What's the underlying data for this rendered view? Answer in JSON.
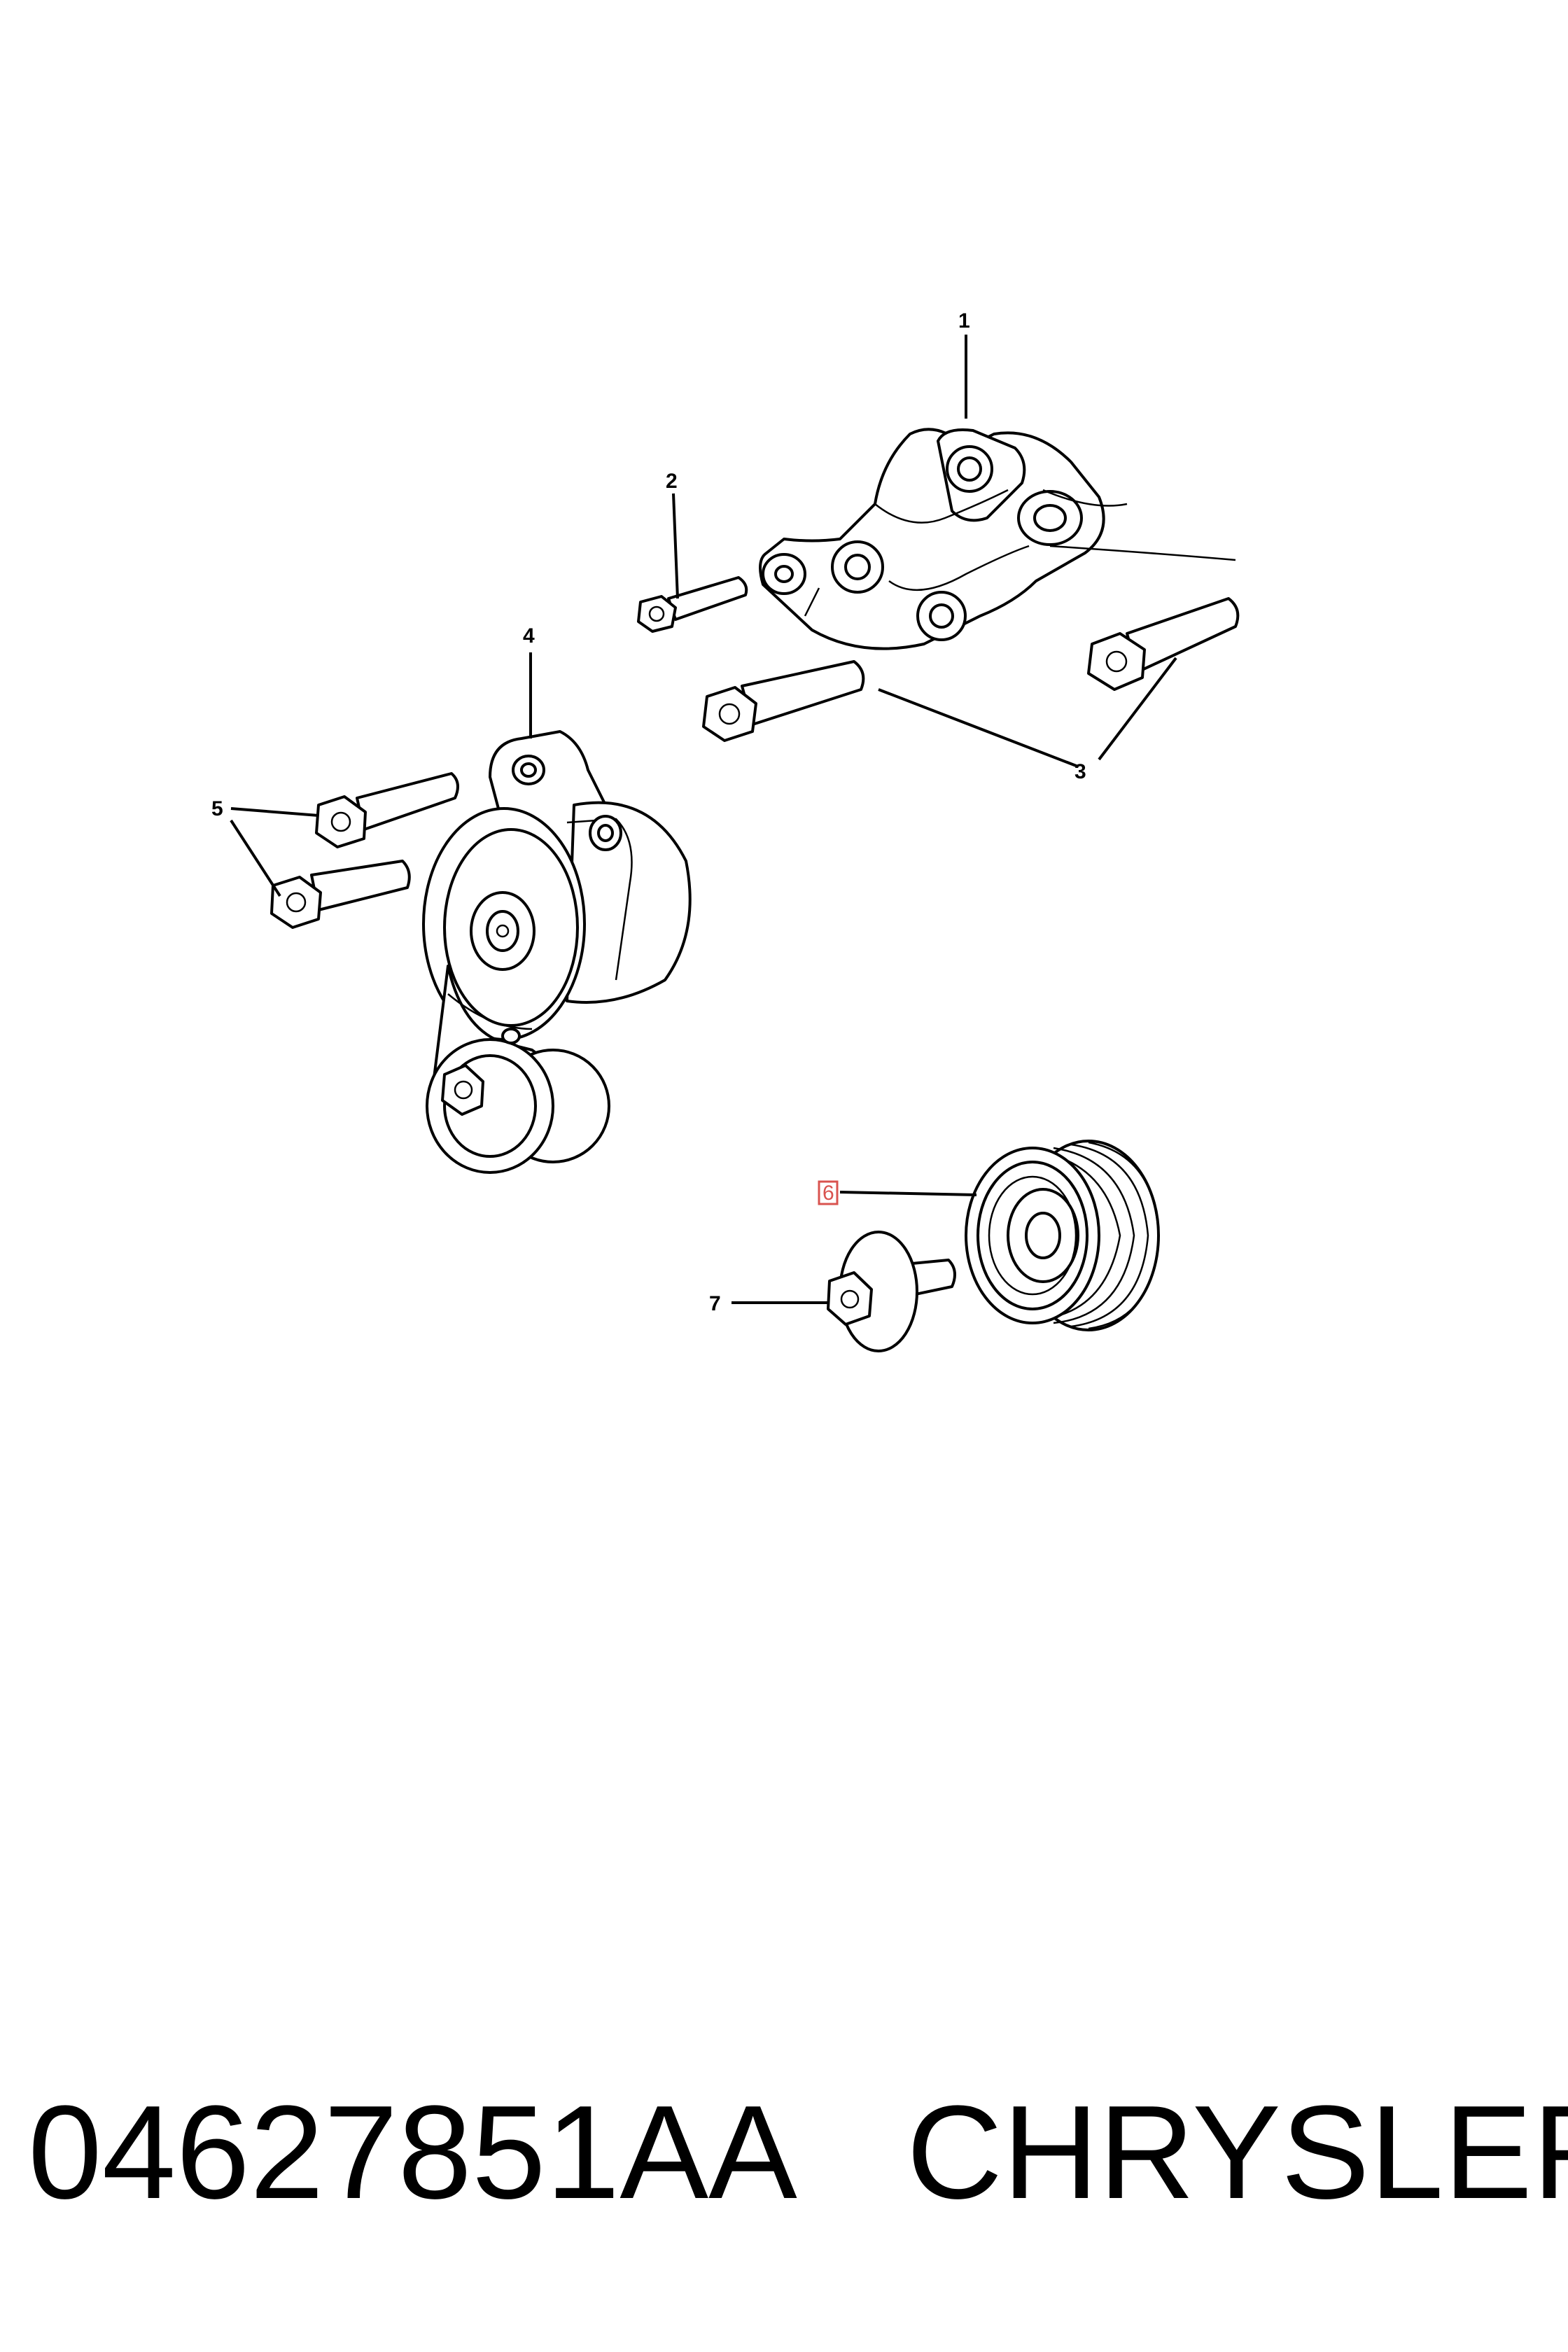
{
  "diagram": {
    "callouts": [
      {
        "id": "1",
        "label": "1"
      },
      {
        "id": "2",
        "label": "2"
      },
      {
        "id": "3",
        "label": "3"
      },
      {
        "id": "4",
        "label": "4"
      },
      {
        "id": "5",
        "label": "5"
      },
      {
        "id": "6",
        "label": "6",
        "highlighted": true
      },
      {
        "id": "7",
        "label": "7"
      }
    ],
    "highlight_color": "#d9534f"
  },
  "footer": {
    "part_number": "04627851AA",
    "brand": "CHRYSLER"
  }
}
